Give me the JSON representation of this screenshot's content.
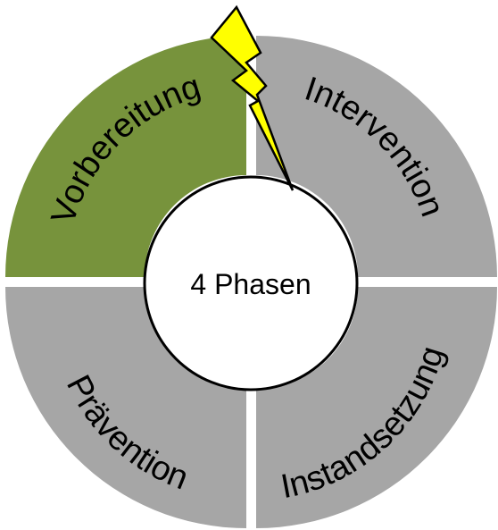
{
  "center": {
    "label": "4 Phasen"
  },
  "segments": [
    {
      "id": "vorbereitung",
      "label": "Vorbereitung",
      "color": "#77933c"
    },
    {
      "id": "intervention",
      "label": "Intervention",
      "color": "#a6a6a6"
    },
    {
      "id": "instandsetzung",
      "label": "Instandsetzung",
      "color": "#a6a6a6"
    },
    {
      "id": "praevention",
      "label": "Prävention",
      "color": "#a6a6a6"
    }
  ],
  "colors": {
    "active_phase": "#77933c",
    "inactive_phase": "#a6a6a6",
    "center_fill": "#ffffff",
    "outline": "#000000",
    "lightning_fill": "#ffff00"
  },
  "icons": {
    "lightning": "lightning-bolt-icon"
  }
}
